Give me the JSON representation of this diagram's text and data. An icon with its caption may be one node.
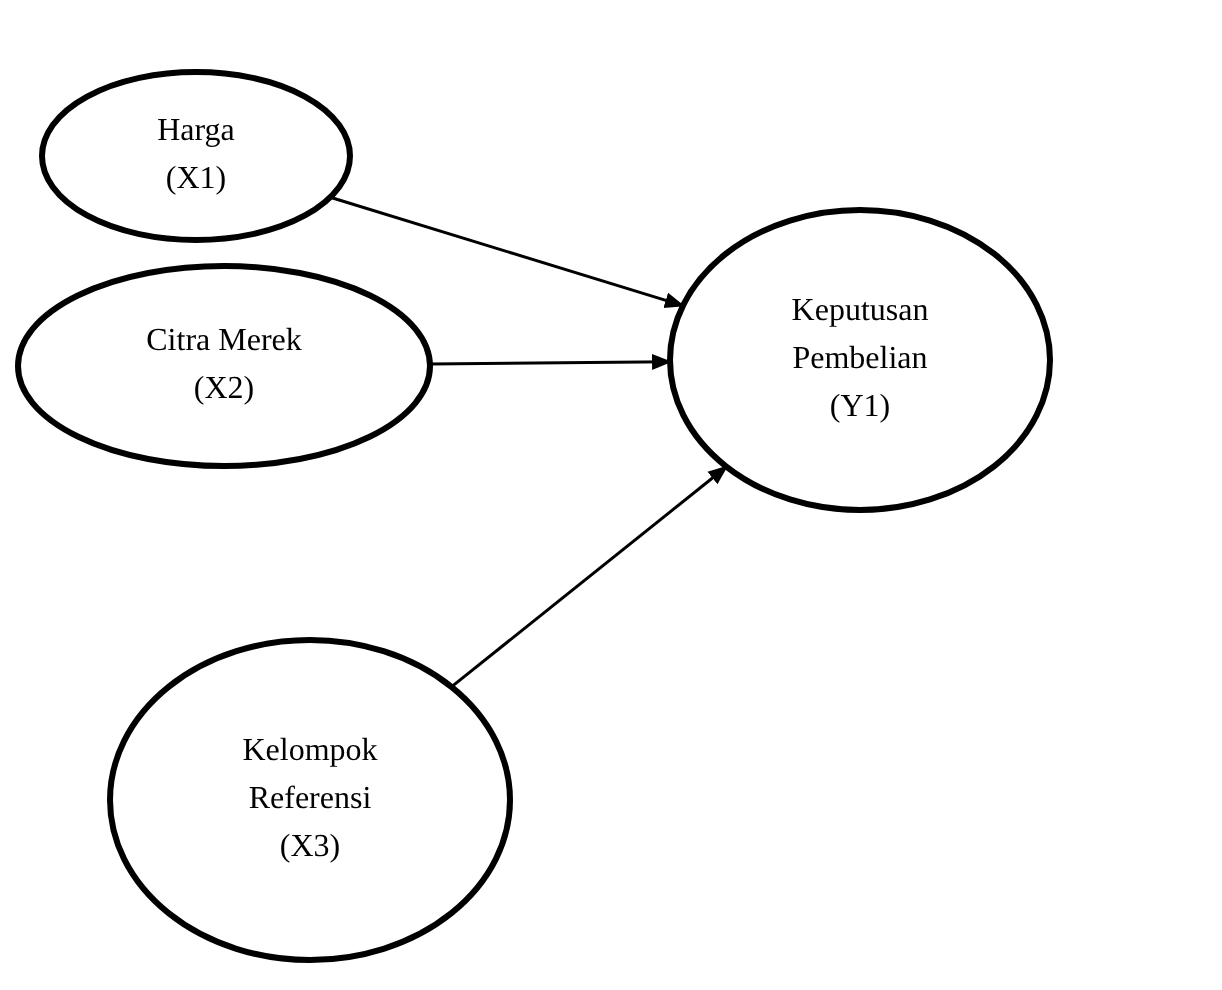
{
  "diagram": {
    "nodes": [
      {
        "text": [
          "Harga (X1)"
        ]
      },
      {
        "text": [
          "Citra Merek (X2)"
        ]
      },
      {
        "text": [
          "Keputusan Pembelian (Y1)"
        ]
      },
      {
        "text": [
          "Kelompok Referensi (X3)"
        ]
      }
    ],
    "edges": [
      {
        "from": 0,
        "to": 2,
        "arrow": "to"
      },
      {
        "from": 1,
        "to": 2,
        "arrow": "to"
      },
      {
        "from": 3,
        "to": 2,
        "arrow": "to"
      }
    ]
  }
}
